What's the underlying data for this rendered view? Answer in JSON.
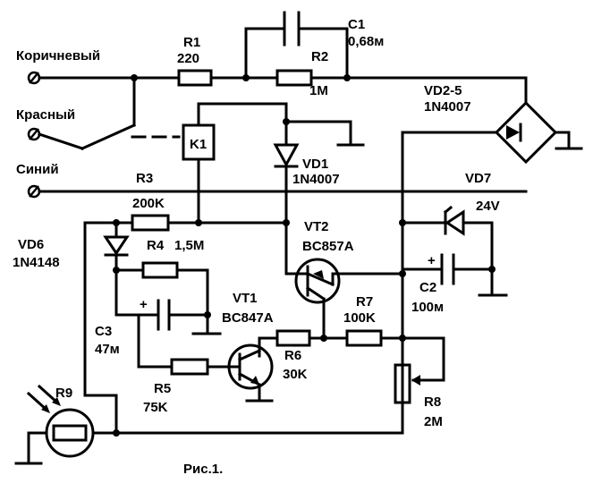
{
  "wires": {
    "brown": "Коричневый",
    "red": "Красный",
    "blue": "Синий"
  },
  "components": {
    "r1": {
      "ref": "R1",
      "value": "220"
    },
    "c1": {
      "ref": "C1",
      "value": "0,68м"
    },
    "r2": {
      "ref": "R2",
      "value": "1M"
    },
    "vd25": {
      "ref": "VD2-5",
      "value": "1N4007"
    },
    "k1": {
      "ref": "K1"
    },
    "vd1": {
      "ref": "VD1",
      "value": "1N4007"
    },
    "r3": {
      "ref": "R3",
      "value": "200K"
    },
    "vd7": {
      "ref": "VD7",
      "value": "24V"
    },
    "vd6": {
      "ref": "VD6",
      "value": "1N4148"
    },
    "r4": {
      "ref": "R4",
      "value": "1,5M"
    },
    "vt2": {
      "ref": "VT2",
      "value": "BC857A"
    },
    "c2": {
      "ref": "C2",
      "value": "100м"
    },
    "vt1": {
      "ref": "VT1",
      "value": "BC847A"
    },
    "c3": {
      "ref": "C3",
      "value": "47м"
    },
    "r7": {
      "ref": "R7",
      "value": "100K"
    },
    "r6": {
      "ref": "R6",
      "value": "30K"
    },
    "r5": {
      "ref": "R5",
      "value": "75K"
    },
    "r9": {
      "ref": "R9"
    },
    "r8": {
      "ref": "R8",
      "value": "2M"
    }
  },
  "polarity": {
    "plus": "+"
  },
  "caption": "Рис.1."
}
